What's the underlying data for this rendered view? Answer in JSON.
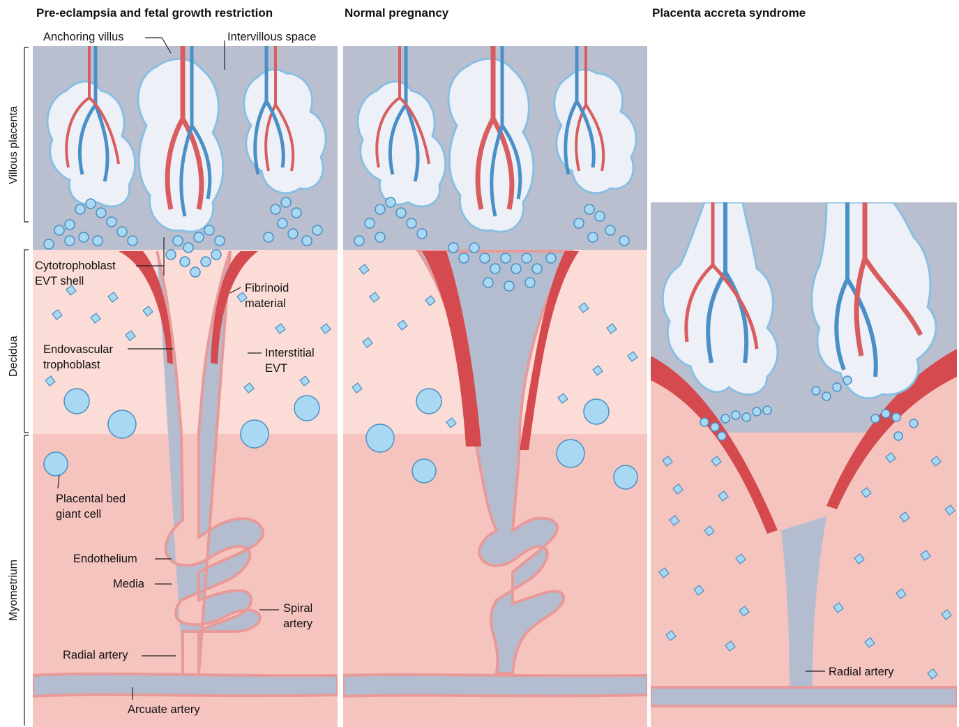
{
  "panels": {
    "left_title": "Pre-eclampsia and fetal growth restriction",
    "middle_title": "Normal pregnancy",
    "right_title": "Placenta accreta syndrome"
  },
  "layers": {
    "villous": "Villous placenta",
    "decidua": "Decidua",
    "myometrium": "Myometrium"
  },
  "labels": {
    "anchoring_villus": "Anchoring villus",
    "intervillous_space": "Intervillous space",
    "cytotrophoblast_line1": "Cytotrophoblast",
    "cytotrophoblast_line2": "EVT shell",
    "fibrinoid_line1": "Fibrinoid",
    "fibrinoid_line2": "material",
    "endovascular_line1": "Endovascular",
    "endovascular_line2": "trophoblast",
    "interstitial_line1": "Interstitial",
    "interstitial_line2": "EVT",
    "giant_line1": "Placental bed",
    "giant_line2": "giant cell",
    "endothelium": "Endothelium",
    "media": "Media",
    "spiral_line1": "Spiral",
    "spiral_line2": "artery",
    "radial_artery_left": "Radial artery",
    "radial_artery_right": "Radial artery",
    "arcuate_artery": "Arcuate artery"
  },
  "colors": {
    "villous_bg": "#b9bfcf",
    "decidua_bg": "#fbdcd6",
    "myometrium_bg": "#f6c4bf",
    "vessel_lumen": "#b4bccf",
    "vessel_wall": "#e79a98",
    "fetal_artery": "#d95d5f",
    "fetal_vein": "#4a90c8",
    "villus_fill": "#edf0f6",
    "villus_outline": "#88bfe2",
    "trophoblast_fill": "#a9d8f2",
    "trophoblast_stroke": "#4a8fc4",
    "muscle": "#d44a4e"
  }
}
